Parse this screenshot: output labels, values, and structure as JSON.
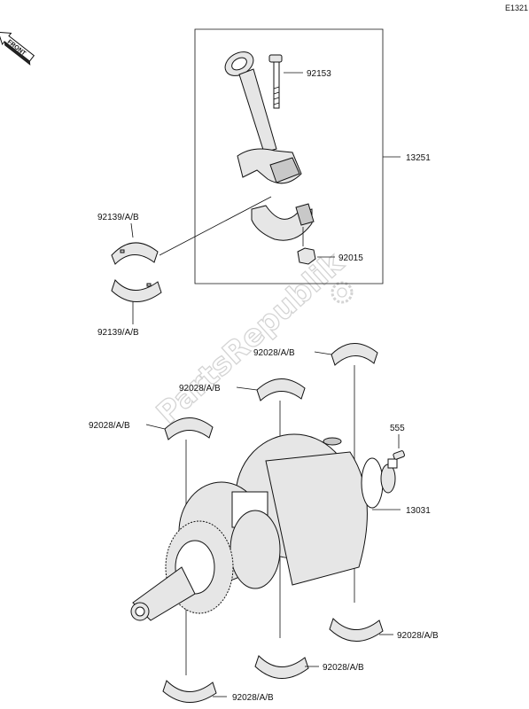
{
  "diagram": {
    "reference_code": "E1321",
    "front_indicator": "FRONT",
    "watermark": "PartsRepublik",
    "parts": {
      "connecting_rod_assembly": "13251",
      "connecting_rod_bolt": "92153",
      "connecting_rod_nut": "92015",
      "conrod_bearing_upper": "92139/A/B",
      "conrod_bearing_lower": "92139/A/B",
      "crankshaft": "13031",
      "pin": "555",
      "main_bearing_upper_1": "92028/A/B",
      "main_bearing_upper_2": "92028/A/B",
      "main_bearing_upper_3": "92028/A/B",
      "main_bearing_lower_1": "92028/A/B",
      "main_bearing_lower_2": "92028/A/B",
      "main_bearing_lower_3": "92028/A/B"
    }
  }
}
